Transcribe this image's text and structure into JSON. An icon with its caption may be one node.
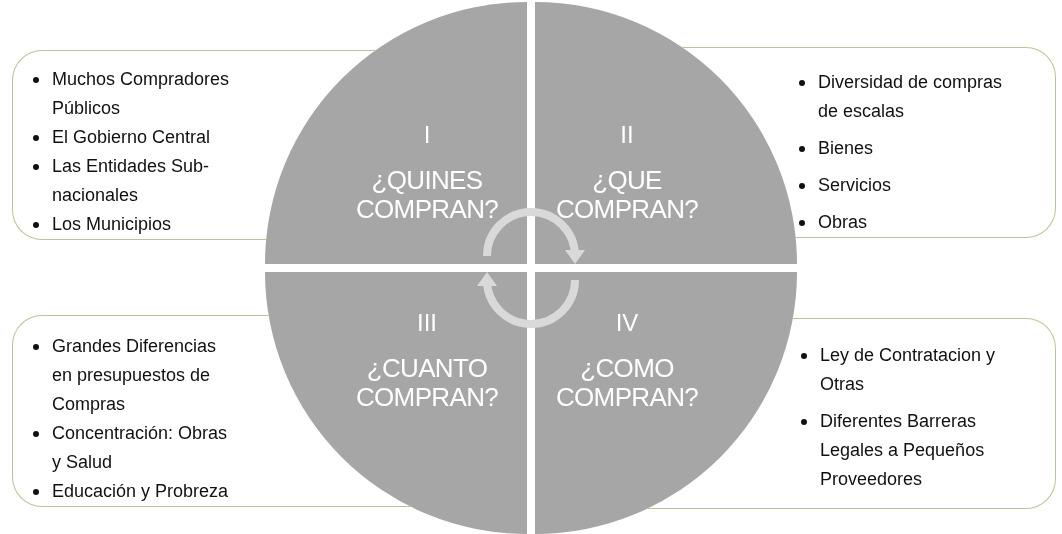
{
  "diagram": {
    "nodes": [
      {
        "text": [
          "Muchos Compradores Públicos",
          "El Gobierno Central",
          "Las Entidades Sub- nacionales",
          "Los Municipios"
        ]
      },
      {
        "text": [
          "I",
          "¿QUINES COMPRAN?"
        ]
      },
      {
        "text": [
          "II",
          "¿QUE COMPRAN?"
        ]
      },
      {
        "text": [
          "Diversidad de compras de escalas",
          "Bienes",
          "Servicios",
          "Obras"
        ]
      },
      {
        "text": [
          "Grandes Diferencias en presupuestos de Compras",
          "Concentración: Obras y Salud",
          "Educación y Probreza"
        ]
      },
      {
        "text": [
          "III",
          "¿CUANTO COMPRAN?"
        ]
      },
      {
        "text": [
          "IV",
          "¿COMO COMPRAN?"
        ]
      },
      {
        "text": [
          "Ley de Contratacion y Otras",
          "Diferentes Barreras Legales a Pequeños Proveedores"
        ]
      }
    ],
    "edges": [
      {
        "from": 1,
        "to": 2,
        "arrow": "to"
      },
      {
        "from": 6,
        "to": 5,
        "arrow": "to"
      }
    ]
  }
}
